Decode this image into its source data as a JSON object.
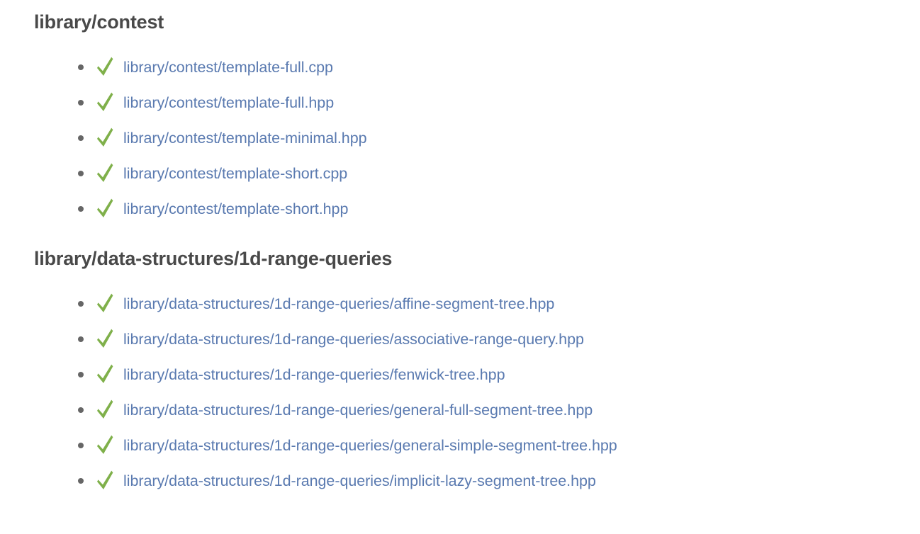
{
  "page": {
    "background_color": "#ffffff",
    "heading_color": "#494949",
    "link_color": "#5a7ab0",
    "check_color": "#7fb04a",
    "bullet_color": "#666666"
  },
  "sections": [
    {
      "heading": "library/contest",
      "items": [
        {
          "status_icon": "green-check-icon",
          "path": "library/contest/template-full.cpp"
        },
        {
          "status_icon": "green-check-icon",
          "path": "library/contest/template-full.hpp"
        },
        {
          "status_icon": "green-check-icon",
          "path": "library/contest/template-minimal.hpp"
        },
        {
          "status_icon": "green-check-icon",
          "path": "library/contest/template-short.cpp"
        },
        {
          "status_icon": "green-check-icon",
          "path": "library/contest/template-short.hpp"
        }
      ]
    },
    {
      "heading": "library/data-structures/1d-range-queries",
      "items": [
        {
          "status_icon": "green-check-icon",
          "path": "library/data-structures/1d-range-queries/affine-segment-tree.hpp"
        },
        {
          "status_icon": "green-check-icon",
          "path": "library/data-structures/1d-range-queries/associative-range-query.hpp"
        },
        {
          "status_icon": "green-check-icon",
          "path": "library/data-structures/1d-range-queries/fenwick-tree.hpp"
        },
        {
          "status_icon": "green-check-icon",
          "path": "library/data-structures/1d-range-queries/general-full-segment-tree.hpp"
        },
        {
          "status_icon": "green-check-icon",
          "path": "library/data-structures/1d-range-queries/general-simple-segment-tree.hpp"
        },
        {
          "status_icon": "green-check-icon",
          "path": "library/data-structures/1d-range-queries/implicit-lazy-segment-tree.hpp"
        }
      ]
    }
  ]
}
